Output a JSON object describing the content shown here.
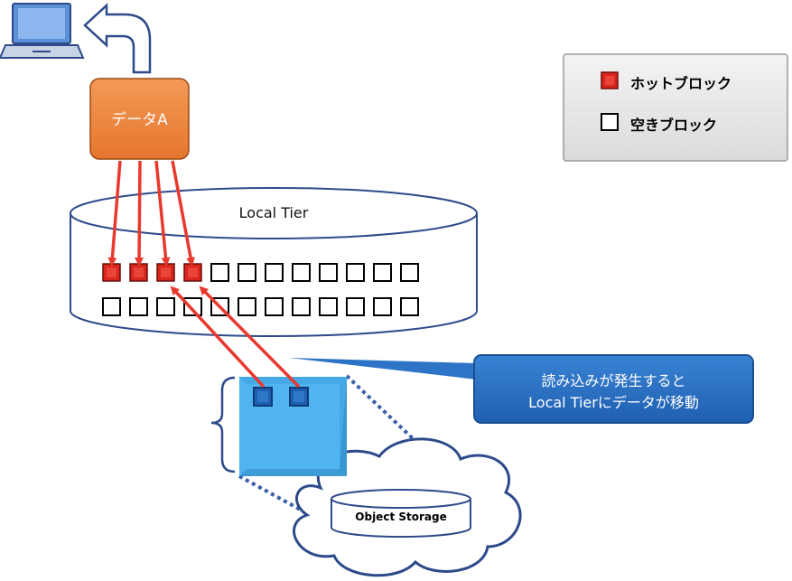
{
  "data_box": {
    "label": "データA"
  },
  "local_tier": {
    "label": "Local Tier"
  },
  "legend": {
    "hot_label": "ホットブロック",
    "empty_label": "空きブロック"
  },
  "callout": {
    "line1": "読み込みが発生すると",
    "line2": "Local Tierにデータが移動"
  },
  "object_storage": {
    "label": "Object Storage"
  },
  "colors": {
    "hot_block": "#d9261c",
    "connector_red": "#e8392e",
    "data_box_fill": "#f0863f",
    "callout_fill": "#2e74c6",
    "cache_fill": "#4fb4f0",
    "outline_navy": "#2d4a8a",
    "legend_fill": "#e8e8e8"
  },
  "icons": [
    "laptop-icon",
    "return-arrow-icon",
    "cloud-icon",
    "cylinder-icon"
  ]
}
